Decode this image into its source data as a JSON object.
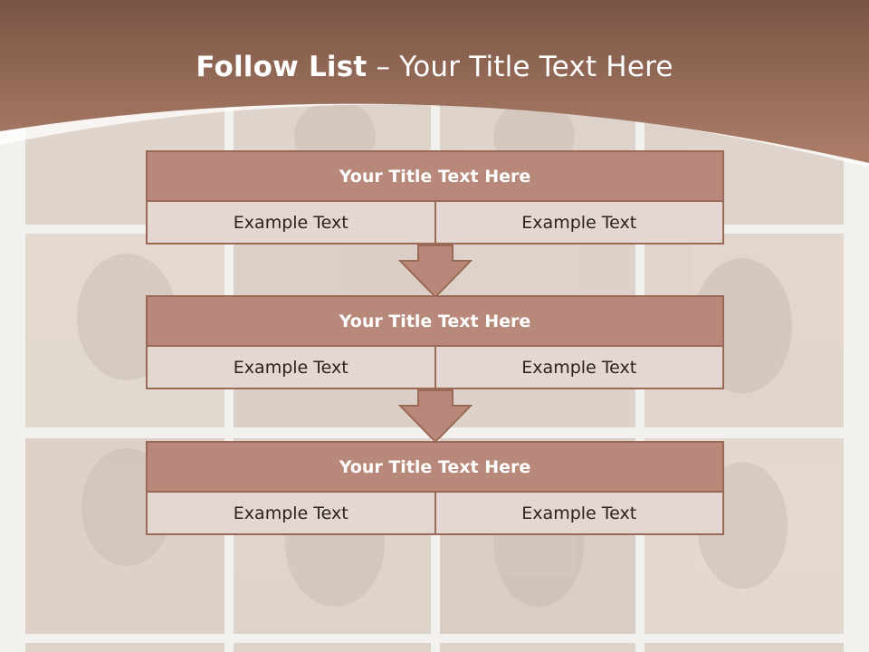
{
  "slide": {
    "title_bold": "Follow List",
    "title_rest": "– Your Title Text Here",
    "colors": {
      "header_band": "#9a6b56",
      "block_head": "#b8897a",
      "block_body": "#e4d6d0",
      "border": "#9b6a56"
    },
    "blocks": [
      {
        "title": "Your Title Text Here",
        "left": "Example Text",
        "right": "Example Text"
      },
      {
        "title": "Your Title Text Here",
        "left": "Example Text",
        "right": "Example Text"
      },
      {
        "title": "Your Title Text Here",
        "left": "Example Text",
        "right": "Example Text"
      }
    ]
  }
}
